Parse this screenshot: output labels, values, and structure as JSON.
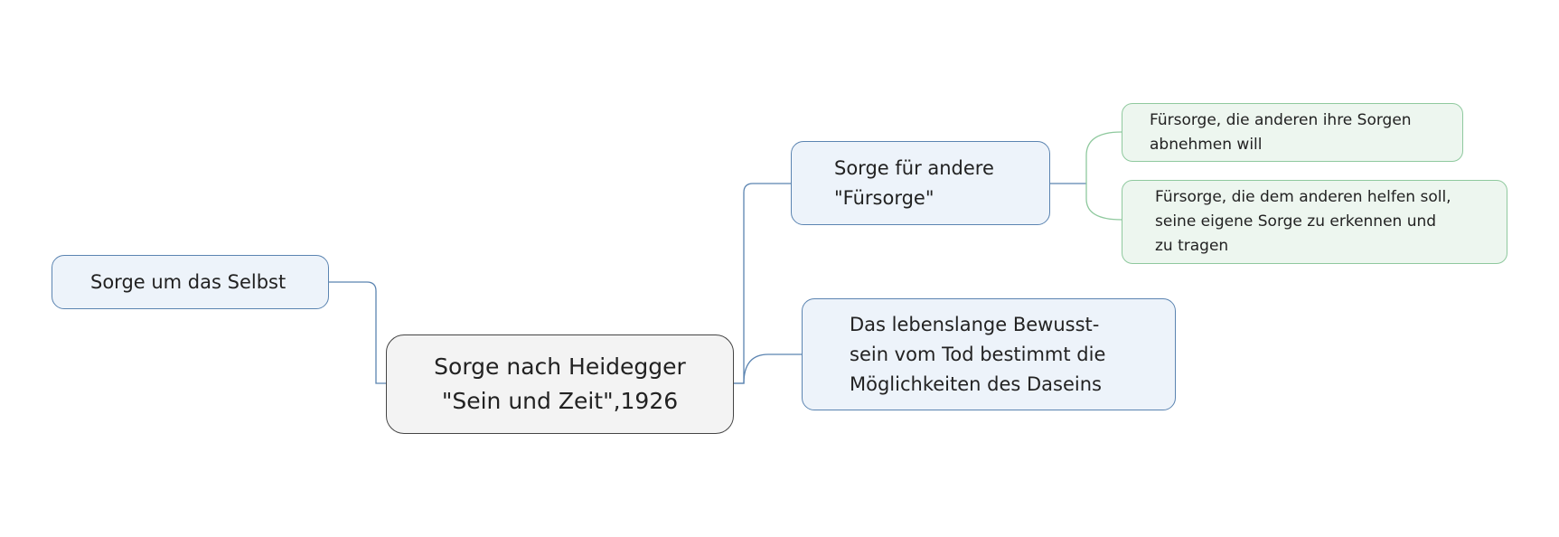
{
  "central": {
    "lines": [
      "Sorge nach Heidegger",
      "\"Sein und Zeit\",1926"
    ]
  },
  "left": {
    "label": "Sorge um das Selbst"
  },
  "right": [
    {
      "lines": [
        "Sorge für andere",
        "\"Fürsorge\""
      ],
      "children": [
        {
          "lines": [
            "Fürsorge, die anderen ihre Sorgen",
            "abnehmen will"
          ]
        },
        {
          "lines": [
            "Fürsorge, die dem anderen helfen soll,",
            "seine eigene Sorge zu erkennen und",
            "zu tragen"
          ]
        }
      ]
    },
    {
      "lines": [
        "Das  lebenslange Bewusst-",
        "sein vom Tod bestimmt die",
        "Möglichkeiten des Daseins"
      ]
    }
  ],
  "colors": {
    "link_blue": "#5b84b1",
    "link_green": "#8fc99e"
  }
}
